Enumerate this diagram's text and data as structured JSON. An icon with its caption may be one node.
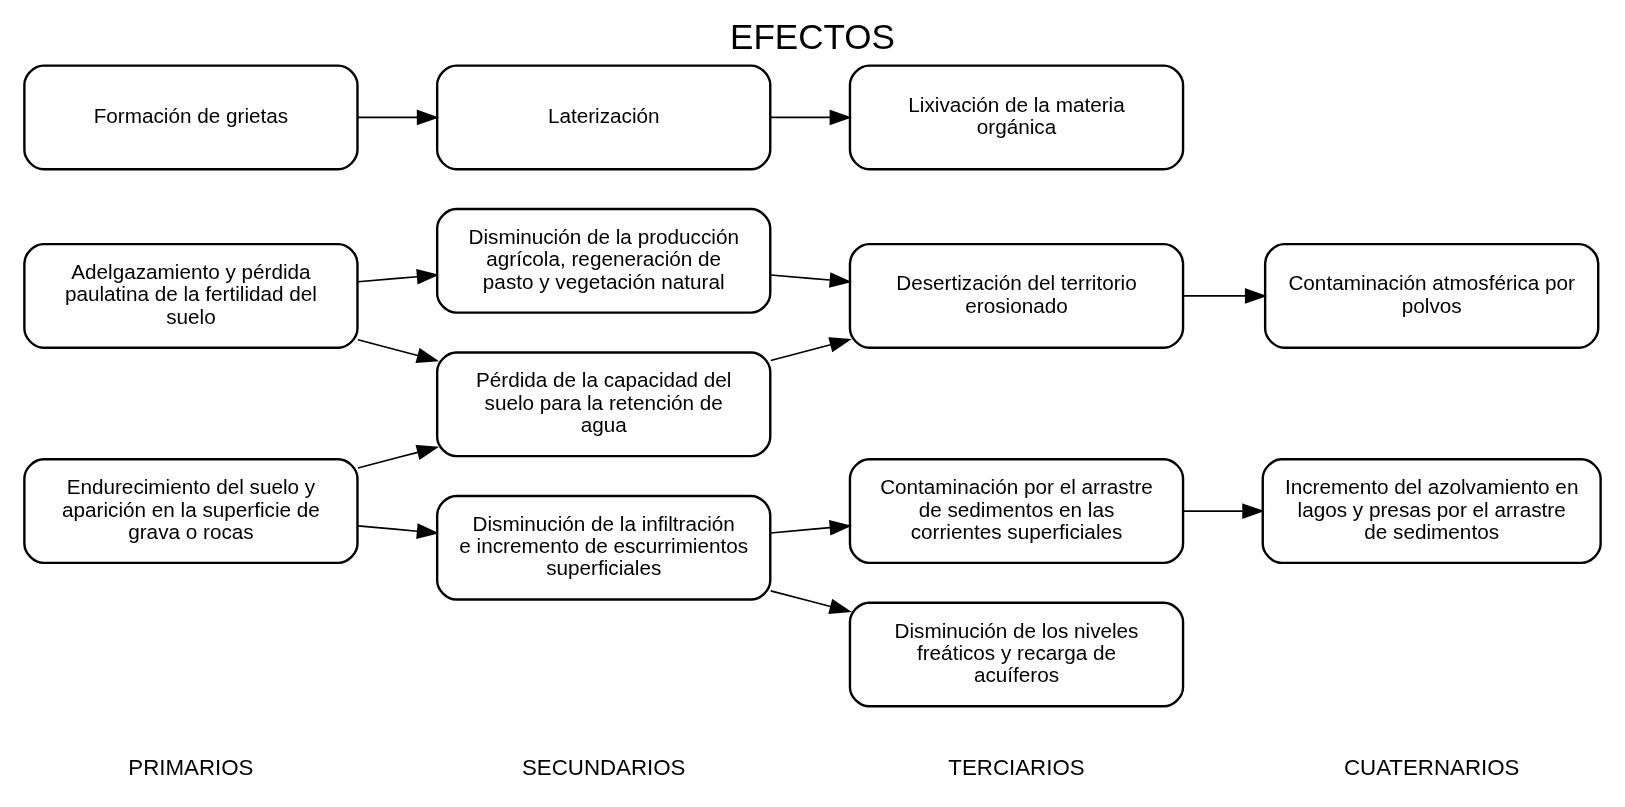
{
  "diagram": {
    "title": "EFECTOS",
    "nodes": [
      {
        "text": [
          "Adelgazamiento y pérdida paulatina de la fertilidad del suelo"
        ]
      },
      {
        "text": [
          "Disminución de la producción agrícola, regeneración de pasto y vegetación natural"
        ]
      },
      {
        "text": [
          "Contaminación por el arrastre de sedimentos en las corrientes superficiales"
        ]
      },
      {
        "text": [
          "Incremento del azolvamiento en lagos y presas por el arrastre de sedimentos"
        ]
      },
      {
        "text": [
          "Endurecimiento del suelo y aparición en la superficie de grava o rocas"
        ]
      },
      {
        "text": [
          "Disminución de la infiltración e incremento de escurrimientos superficiales"
        ]
      },
      {
        "text": [
          "Disminución de los niveles freáticos y recarga de acuíferos"
        ]
      },
      {
        "text": [
          "Formación de grietas"
        ]
      },
      {
        "text": [
          "Pérdida de la capacidad del suelo para la retención de agua"
        ]
      },
      {
        "text": [
          "Desertización del territorio erosionado"
        ]
      },
      {
        "text": [
          "Contaminación atmosférica por polvos"
        ]
      },
      {
        "text": [
          "Laterización"
        ]
      },
      {
        "text": [
          "Lixivación de la materia orgánica"
        ]
      }
    ],
    "edges": [
      {
        "from": 0,
        "to": 1,
        "arrow": "to"
      },
      {
        "from": 2,
        "to": 3,
        "arrow": "to"
      },
      {
        "from": 1,
        "to": 9,
        "arrow": "to"
      },
      {
        "from": 4,
        "to": 5,
        "arrow": "to"
      },
      {
        "from": 5,
        "to": 2,
        "arrow": "to"
      },
      {
        "from": 5,
        "to": 6,
        "arrow": "to"
      },
      {
        "from": 4,
        "to": 8,
        "arrow": "to"
      },
      {
        "from": 8,
        "to": 9,
        "arrow": "to"
      },
      {
        "from": 9,
        "to": 10,
        "arrow": "to"
      },
      {
        "from": 0,
        "to": 8,
        "arrow": "to"
      },
      {
        "from": 7,
        "to": 11,
        "arrow": "to"
      },
      {
        "from": 11,
        "to": 12,
        "arrow": "to"
      }
    ],
    "labels": [
      "PRIMARIOS",
      "SECUNDARIOS",
      "TERCIARIOS",
      "CUATERNARIOS"
    ]
  }
}
